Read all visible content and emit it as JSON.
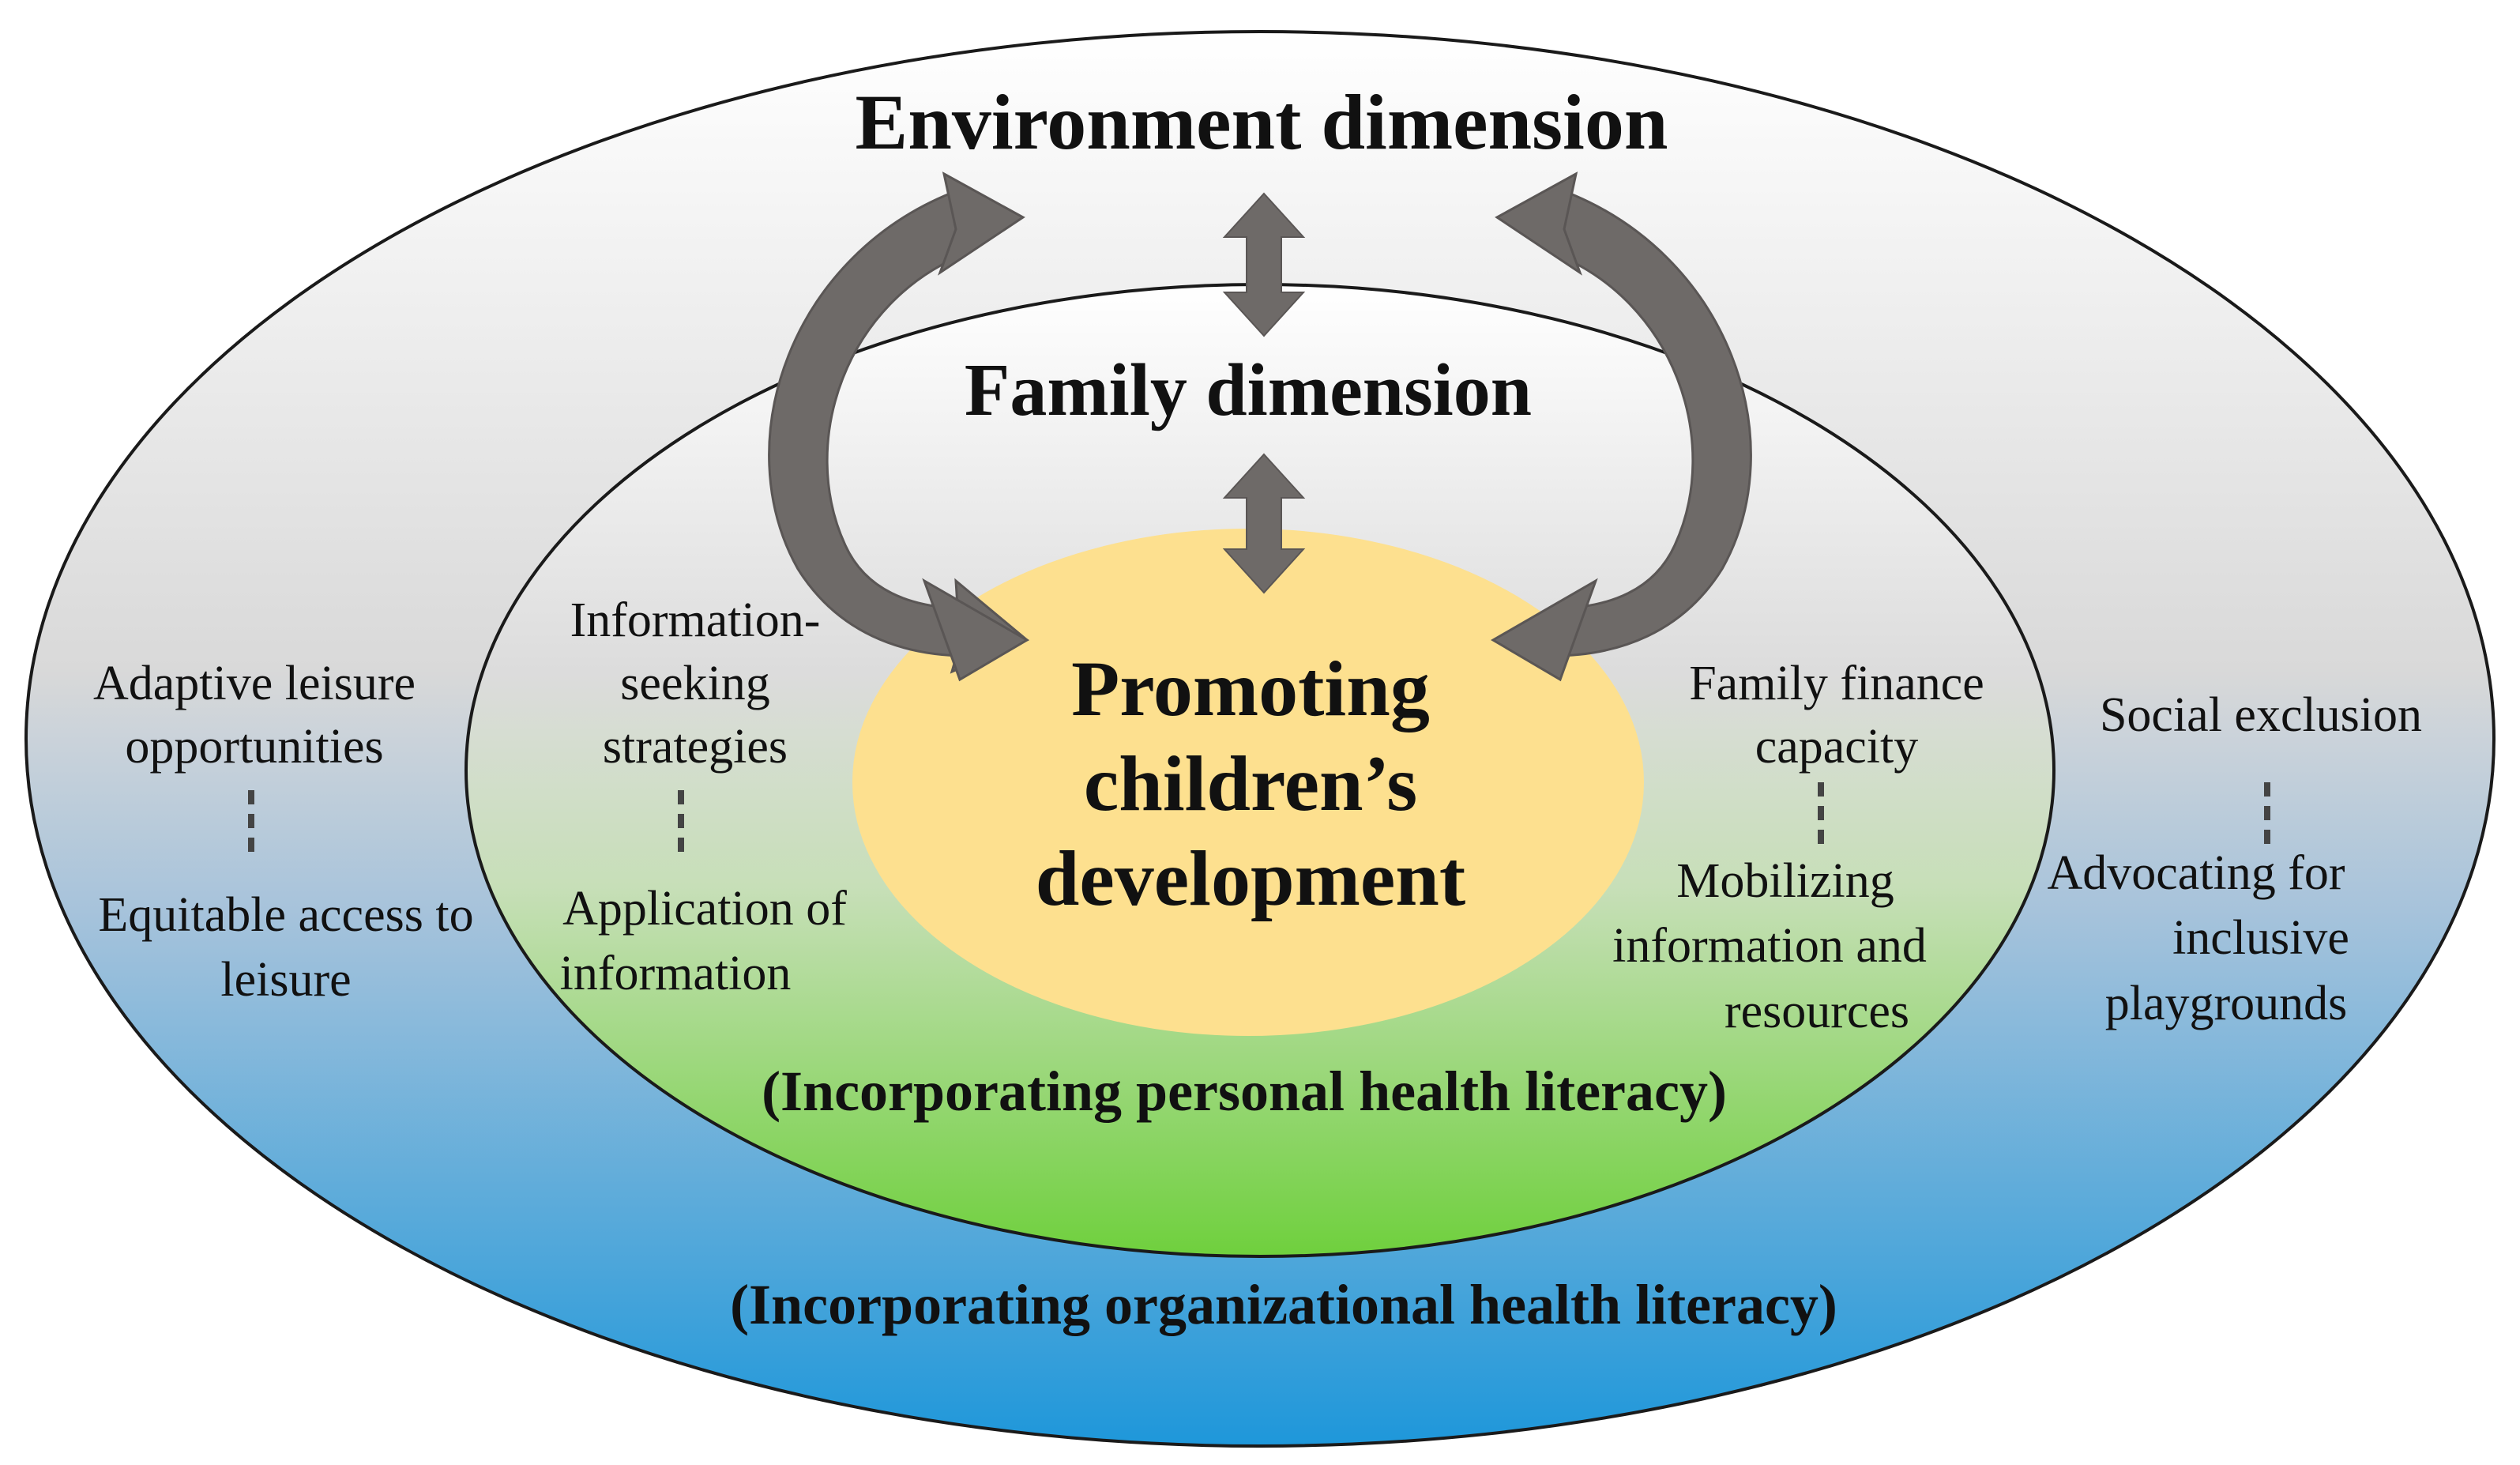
{
  "titles": {
    "environment": "Environment dimension",
    "family": "Family dimension"
  },
  "center": {
    "line1": "Promoting",
    "line2": "children’s",
    "line3": "development"
  },
  "inner_notes": {
    "left_top": [
      "Information-",
      "seeking",
      "strategies"
    ],
    "left_bottom": [
      "Application of",
      "information"
    ],
    "right_top": [
      "Family finance",
      "capacity"
    ],
    "right_bottom": [
      "Mobilizing",
      "information and",
      "resources"
    ]
  },
  "outer_notes": {
    "left_top": [
      "Adaptive leisure",
      "opportunities"
    ],
    "left_bottom": [
      "Equitable access to",
      "leisure"
    ],
    "right_top": [
      "Social exclusion"
    ],
    "right_bottom": [
      "Advocating for",
      "inclusive",
      "playgrounds"
    ]
  },
  "footers": {
    "personal": "(Incorporating personal health literacy)",
    "organizational": "(Incorporating organizational health literacy)"
  },
  "icons": {
    "curved_arrow_left": "curved-arrow-icon",
    "curved_arrow_right": "curved-arrow-icon",
    "double_arrow_upper": "double-arrow-icon",
    "double_arrow_lower": "double-arrow-icon"
  },
  "colors": {
    "outer_gradient_top": "#ffffff",
    "outer_gradient_bottom": "#1e97da",
    "inner_gradient_top": "#ffffff",
    "inner_gradient_bottom": "#6fd03d",
    "center_fill": "#fde08f",
    "arrow_fill": "#6e6a68"
  }
}
